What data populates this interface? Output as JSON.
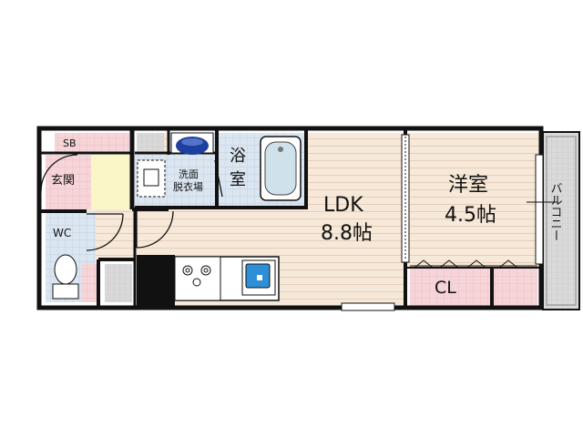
{
  "rooms": {
    "sb": "SB",
    "genkan": "玄関",
    "wc": "WC",
    "senmen_1": "洗面",
    "senmen_2": "脱衣場",
    "yoku_1": "浴",
    "yoku_2": "室",
    "ldk_name": "LDK",
    "ldk_size": "8.8帖",
    "youshitsu_name": "洋室",
    "youshitsu_size": "4.5帖",
    "cl": "CL",
    "balcony": "バルコニー"
  },
  "colors": {
    "wall": "#111111",
    "floor_wood": "#f7e9d9",
    "floor_line": "#e4cdb6",
    "tile_pink": "#f6d5d8",
    "tile_blue": "#dbe6f1",
    "entrance_yellow": "#fbf6c8",
    "balcony_gray": "#d9d9d9",
    "sink_blue": "#2f8fd6",
    "washer_blue": "#1d3f9e"
  }
}
